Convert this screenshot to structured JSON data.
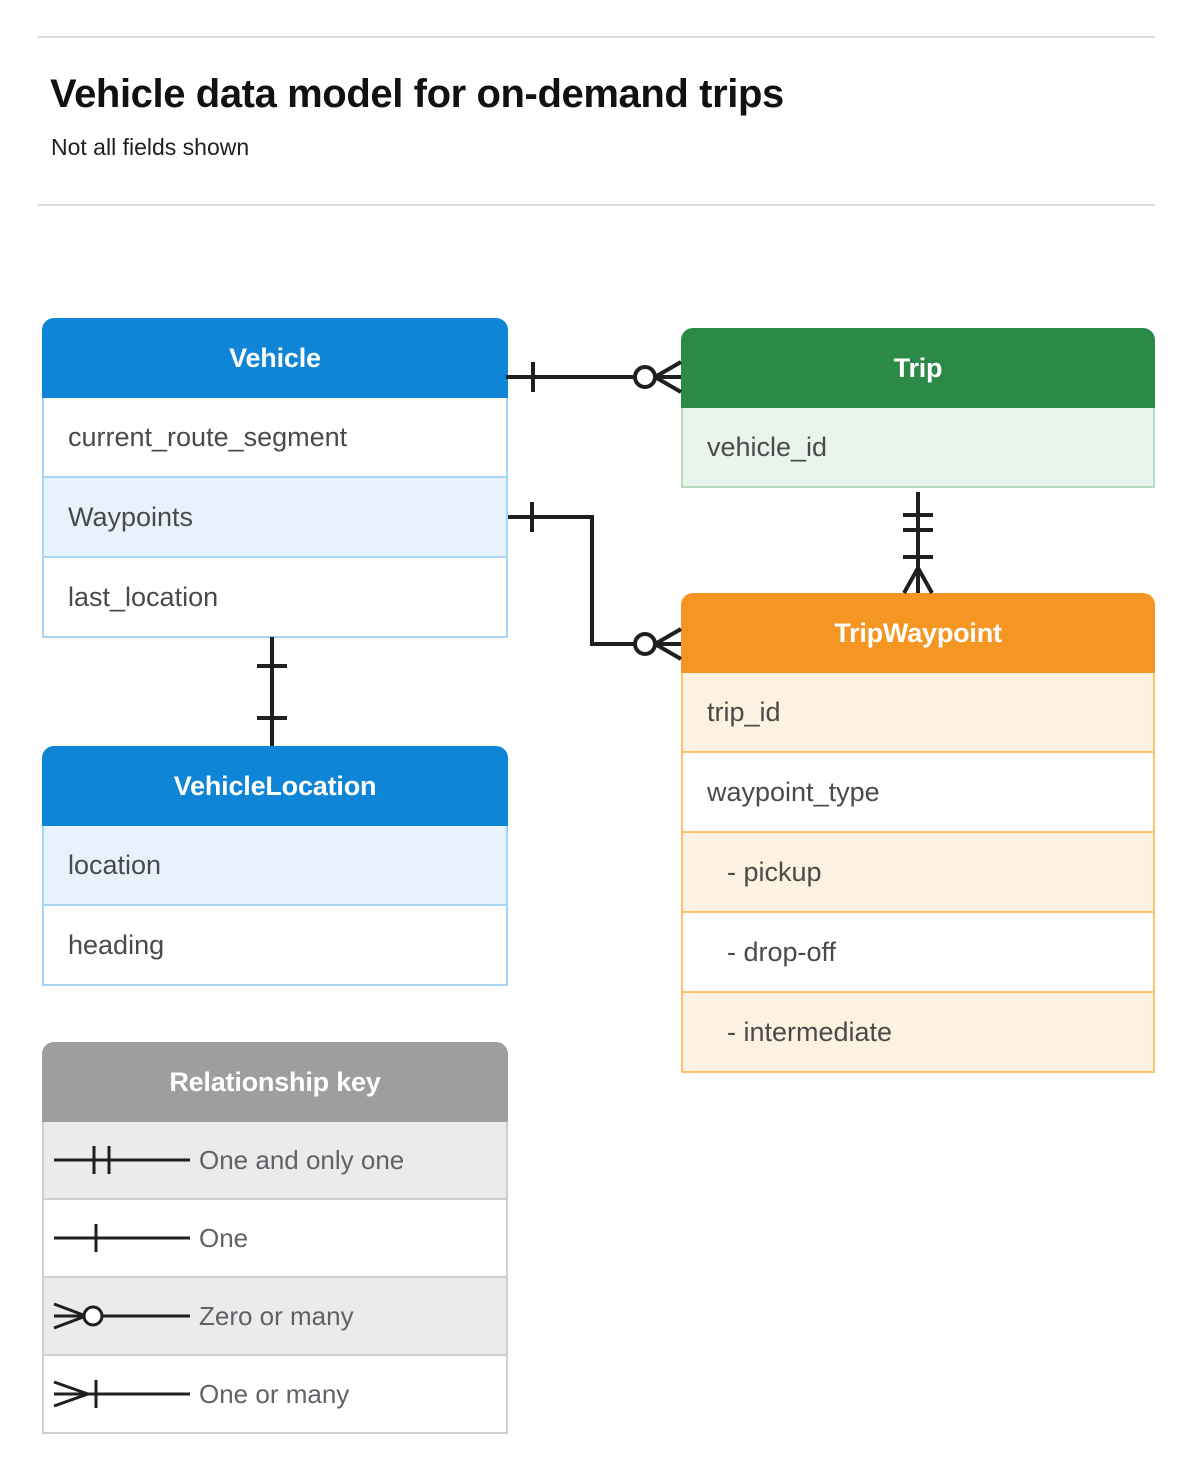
{
  "header": {
    "title": "Vehicle data model for on-demand trips",
    "subtitle": "Not all fields shown"
  },
  "colors": {
    "blue": "#0f85d8",
    "blue_tint": "#e8f2fd",
    "blue_border": "#a8d5f5",
    "green": "#2a8a46",
    "green_tint": "#e9f4ec",
    "green_border": "#b4ddc1",
    "orange": "#f59522",
    "orange_tint": "#fdf2e2",
    "orange_border": "#fbc570",
    "gray": "#9e9e9e",
    "gray_tint": "#ebebeb",
    "rule": "#dadce0",
    "text": "#4a4a4a",
    "connector": "#1f1f1f"
  },
  "entities": {
    "vehicle": {
      "name": "Vehicle",
      "fields": [
        "current_route_segment",
        "Waypoints",
        "last_location"
      ]
    },
    "trip": {
      "name": "Trip",
      "fields": [
        "vehicle_id"
      ]
    },
    "tripwaypoint": {
      "name": "TripWaypoint",
      "fields": [
        "trip_id",
        "waypoint_type",
        "-  pickup",
        "-  drop-off",
        "-  intermediate"
      ]
    },
    "vehiclelocation": {
      "name": "VehicleLocation",
      "fields": [
        "location",
        "heading"
      ]
    }
  },
  "legend": {
    "title": "Relationship key",
    "items": [
      {
        "symbol": "one-and-only-one",
        "label": "One and only one"
      },
      {
        "symbol": "one",
        "label": "One"
      },
      {
        "symbol": "zero-or-many",
        "label": "Zero or many"
      },
      {
        "symbol": "one-or-many",
        "label": "One or many"
      }
    ]
  },
  "relationships": [
    {
      "from": "Vehicle",
      "from_cardinality": "one",
      "to": "Trip",
      "to_cardinality": "zero-or-many"
    },
    {
      "from": "Vehicle.Waypoints",
      "from_cardinality": "one",
      "to": "TripWaypoint",
      "to_cardinality": "zero-or-many"
    },
    {
      "from": "Trip",
      "from_cardinality": "one-and-only-one",
      "to": "TripWaypoint",
      "to_cardinality": "one-or-many"
    },
    {
      "from": "Vehicle",
      "from_cardinality": "one",
      "to": "VehicleLocation",
      "to_cardinality": "one"
    }
  ]
}
